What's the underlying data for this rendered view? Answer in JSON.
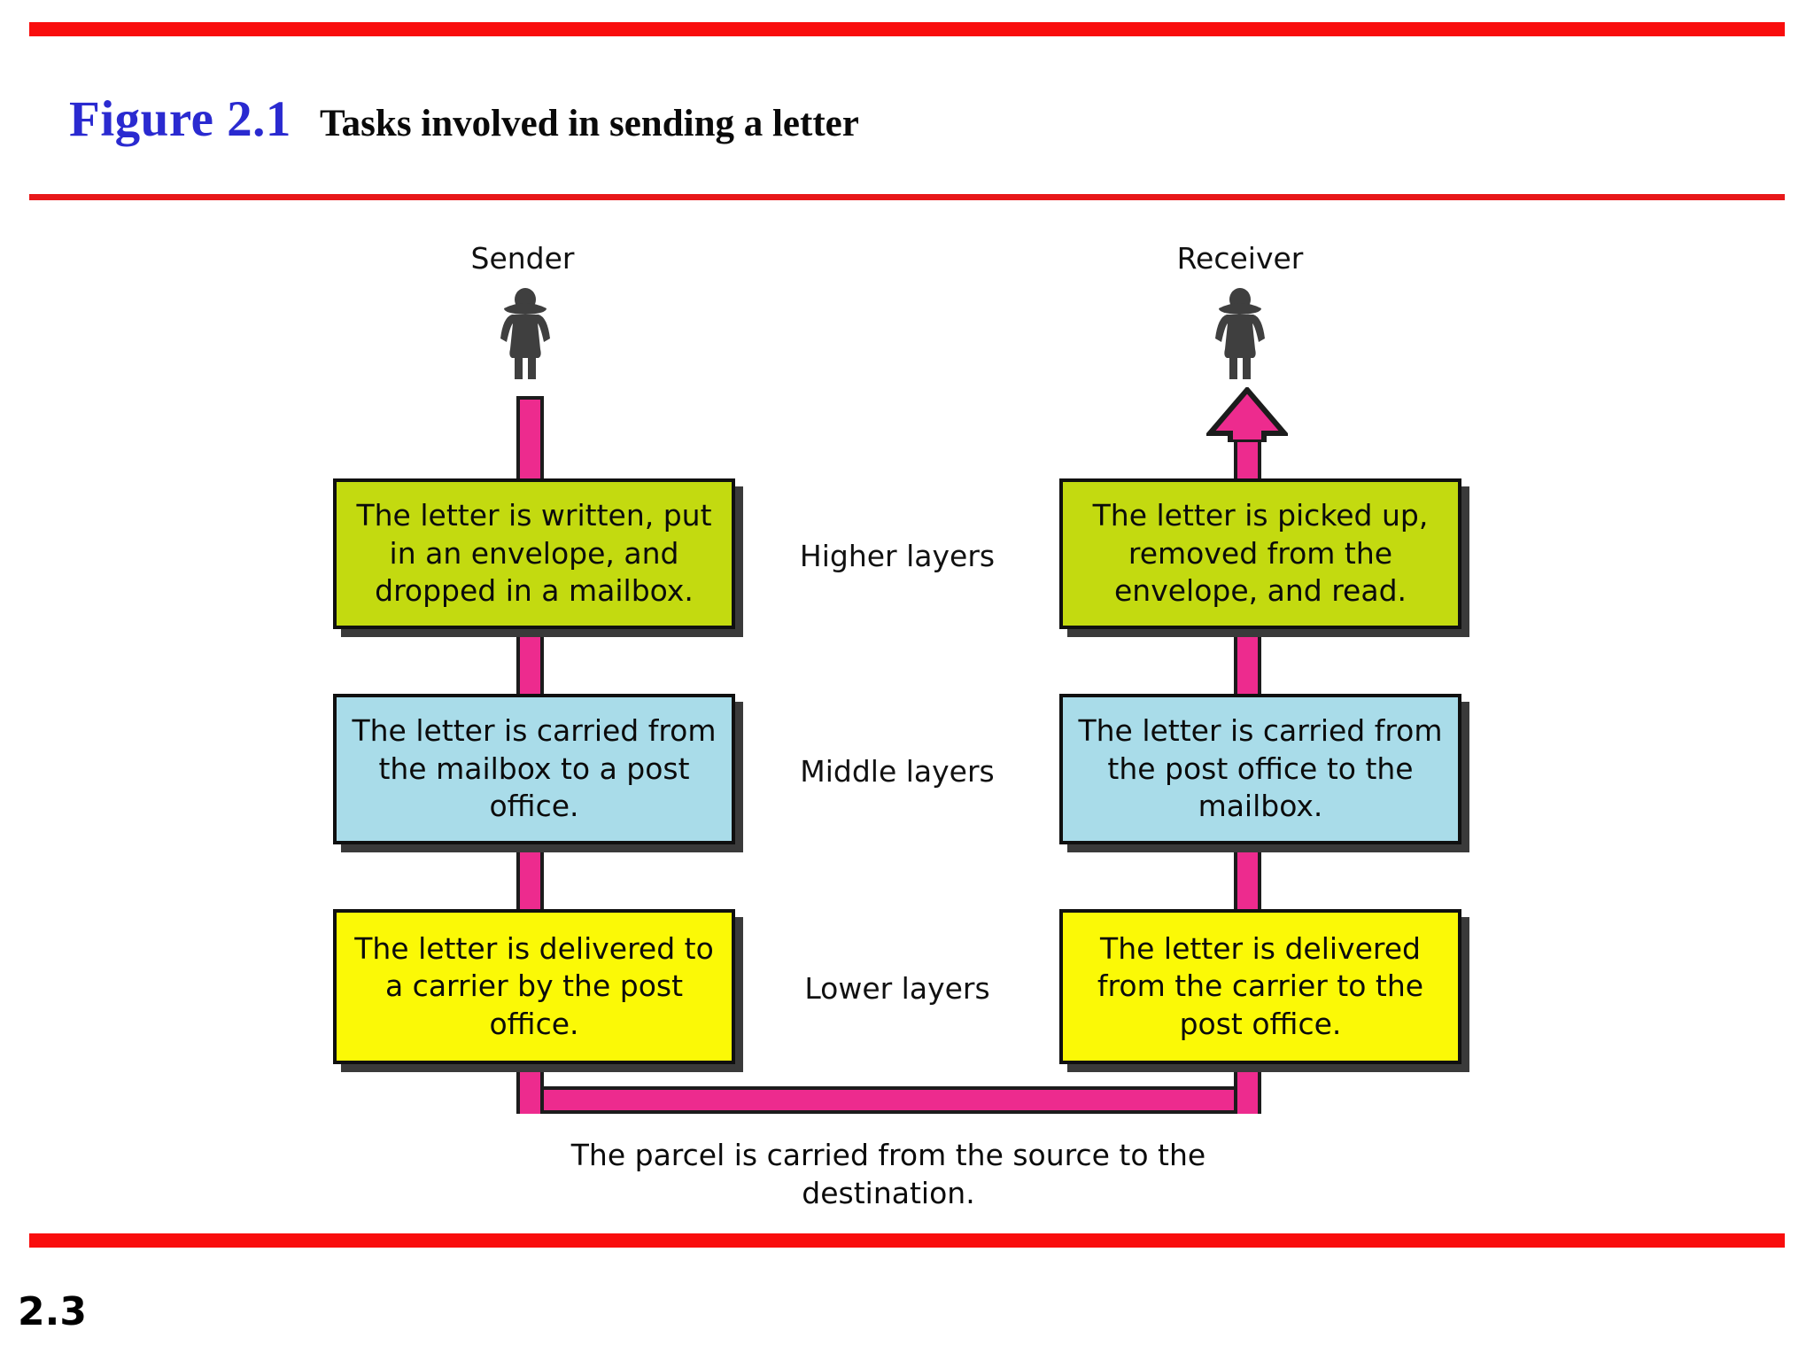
{
  "figure": {
    "number": "Figure 2.1",
    "caption": "Tasks involved in sending a letter",
    "page_number": "2.3"
  },
  "colors": {
    "rule_red": "#f90d0d",
    "figure_number_blue": "#2a2ad0",
    "path_pink": "#ed2b8e",
    "box_green": "#c3da10",
    "box_blue": "#a9dce9",
    "box_yellow": "#fbf906",
    "person_gray": "#3f3f3f"
  },
  "actors": {
    "sender": "Sender",
    "receiver": "Receiver"
  },
  "layer_captions": [
    "Higher layers",
    "Middle layers",
    "Lower layers"
  ],
  "sender_boxes": [
    "The letter is written, put in an envelope, and dropped in a mailbox.",
    "The letter is carried from the mailbox to a post office.",
    "The letter is delivered to a carrier by the post office."
  ],
  "receiver_boxes": [
    "The letter is picked up, removed from the envelope, and read.",
    "The letter is carried from the post office to the mailbox.",
    "The letter is delivered from the carrier to the post office."
  ],
  "bottom_note": "The parcel is carried from the source to the destination.",
  "icons": {
    "person": "person-woman-icon",
    "arrow": "arrow-up-icon"
  }
}
